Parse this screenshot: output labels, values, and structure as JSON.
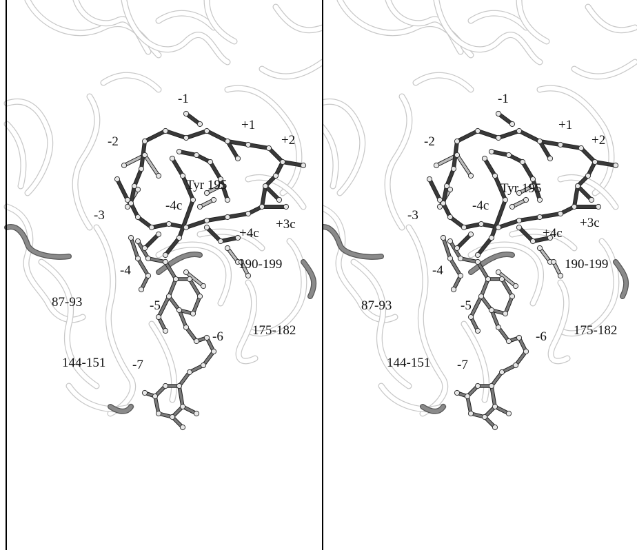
{
  "colors": {
    "background": "#ffffff",
    "ribbon_outline": "#c8c8c8",
    "ribbon_highlight": "#8a8a8a",
    "ligand_dark": "#3a3a3a",
    "ligand_mid": "#7a7a7a",
    "ligand_light": "#bdbdbd",
    "atom_fill": "#e8e8e8",
    "border": "#000000",
    "text": "#111111"
  },
  "panels": [
    {
      "name": "left",
      "labels": {
        "site_m1": "-1",
        "site_p1": "+1",
        "site_p2": "+2",
        "site_m2": "-2",
        "tyr": "Tyr 195",
        "site_m3": "-3",
        "site_m4c": "-4c",
        "site_p3c": "+3c",
        "site_p4c": "+4c",
        "loop_190": "190-199",
        "site_m4": "-4",
        "loop_87": "87-93",
        "site_m5": "-5",
        "site_m6": "-6",
        "loop_175": "175-182",
        "loop_144": "144-151",
        "site_m7": "-7"
      }
    },
    {
      "name": "right",
      "labels": {
        "site_m1": "-1",
        "site_p1": "+1",
        "site_p2": "+2",
        "site_m2": "-2",
        "tyr": "Tyr 195",
        "site_m3": "-3",
        "site_m4c": "-4c",
        "site_p3c": "+3c",
        "site_p4c": "+4c",
        "loop_190": "190-199",
        "site_m4": "-4",
        "loop_87": "87-93",
        "site_m5": "-5",
        "site_m6": "-6",
        "loop_175": "175-182",
        "loop_144": "144-151",
        "site_m7": "-7"
      }
    }
  ]
}
